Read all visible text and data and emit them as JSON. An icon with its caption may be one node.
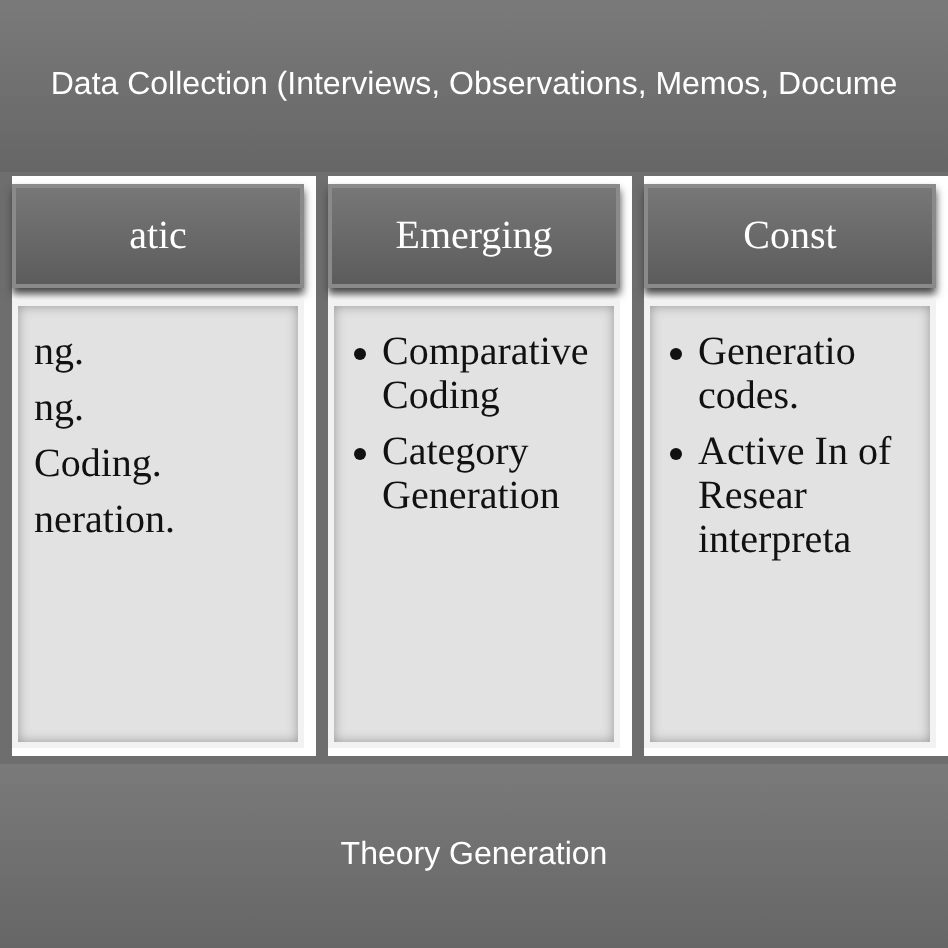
{
  "diagram": {
    "nodes": [
      {
        "text": [
          "Data Collection (Interviews, Observations, Memos, Docume"
        ]
      },
      {
        "text": [
          "atic"
        ]
      },
      {
        "text": [
          "ng.",
          "ng.",
          "Coding.",
          "neration."
        ]
      },
      {
        "text": [
          "Emerging"
        ]
      },
      {
        "text": [
          "Comparative Coding",
          "Category Generation"
        ]
      },
      {
        "text": [
          "Const"
        ]
      },
      {
        "text": [
          "Generatio codes.",
          "Active In of Resear interpreta"
        ]
      },
      {
        "text": [
          "Theory Generation"
        ]
      }
    ]
  }
}
